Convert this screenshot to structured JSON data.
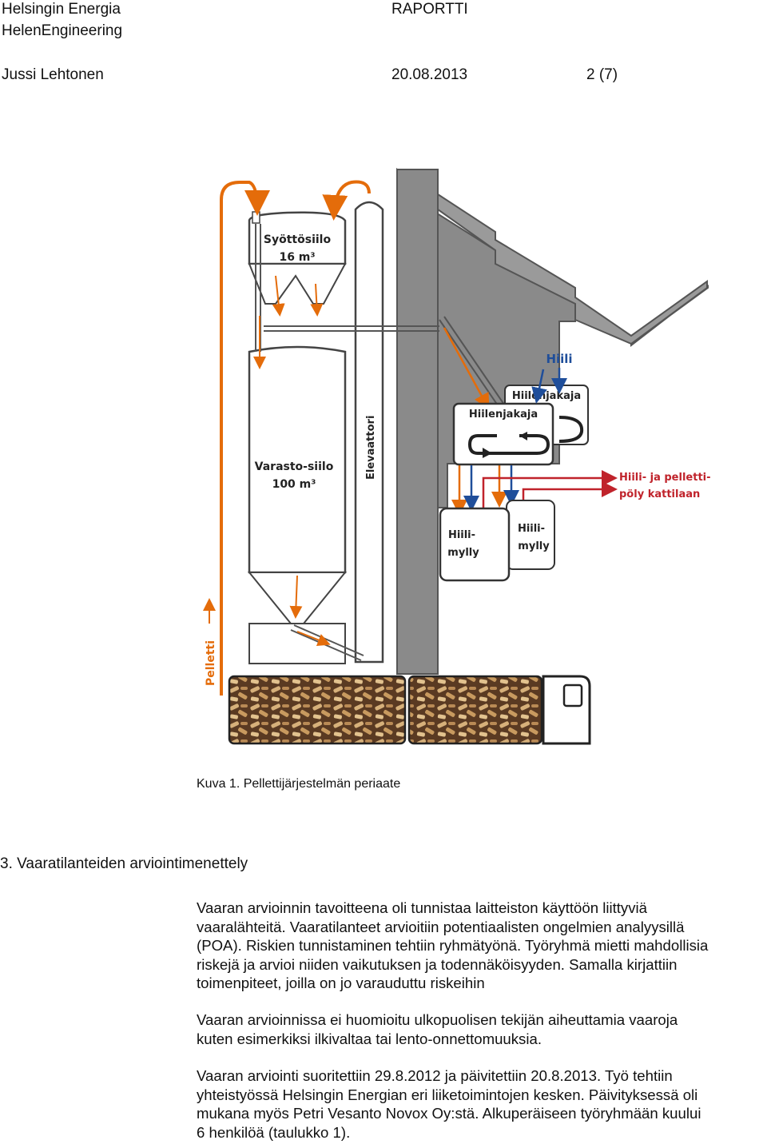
{
  "header": {
    "company": "Helsingin Energia",
    "division": "HelenEngineering",
    "doc_type": "RAPORTTI",
    "author": "Jussi Lehtonen",
    "date": "20.08.2013",
    "page": "2 (7)"
  },
  "figure": {
    "labels": {
      "feed_silo": "Syöttösiilo",
      "feed_silo_volume": "16 m³",
      "storage_silo": "Varasto-siilo",
      "storage_silo_volume": "100 m³",
      "elevator": "Elevaattori",
      "coal": "Hiili",
      "coal_distributor_back": "Hiilenjakaja",
      "coal_distributor_front": "Hiilenjakaja",
      "dust_to_boiler_1": "Hiili- ja pelletti-",
      "dust_to_boiler_2": "pöly kattilaan",
      "mill_left_1": "Hiili-",
      "mill_left_2": "mylly",
      "mill_right_1": "Hiili-",
      "mill_right_2": "mylly",
      "pellet": "Pelletti"
    },
    "colors": {
      "pellet_flow": "#e46c0a",
      "coal_flow": "#1f4e9a",
      "dust_flow": "#c0232b",
      "building": "#808080"
    },
    "caption": "Kuva 1. Pellettijärjestelmän periaate"
  },
  "section": {
    "heading": "3. Vaaratilanteiden arviointimenettely",
    "paragraphs": [
      {
        "lines": [
          "Vaaran arvioinnin tavoitteena oli tunnistaa laitteiston käyttöön liittyviä",
          "vaaralähteitä. Vaaratilanteet arvioitiin potentiaalisten ongelmien analyysillä",
          "(POA). Riskien tunnistaminen tehtiin ryhmätyönä. Työryhmä mietti mahdollisia",
          "riskejä ja arvioi niiden vaikutuksen ja todennäköisyyden. Samalla kirjattiin",
          "toimenpiteet, joilla on jo varauduttu riskeihin"
        ]
      },
      {
        "lines": [
          "Vaaran arvioinnissa ei huomioitu ulkopuolisen tekijän aiheuttamia vaaroja",
          "kuten esimerkiksi ilkivaltaa tai lento-onnettomuuksia."
        ]
      },
      {
        "lines": [
          "Vaaran arviointi suoritettiin 29.8.2012 ja päivitettiin 20.8.2013. Työ tehtiin",
          "yhteistyössä Helsingin Energian eri liiketoimintojen kesken. Päivityksessä oli",
          "mukana myös Petri Vesanto Novox Oy:stä. Alkuperäiseen työryhmään kuului",
          "6 henkilöä (taulukko 1)."
        ]
      }
    ]
  }
}
